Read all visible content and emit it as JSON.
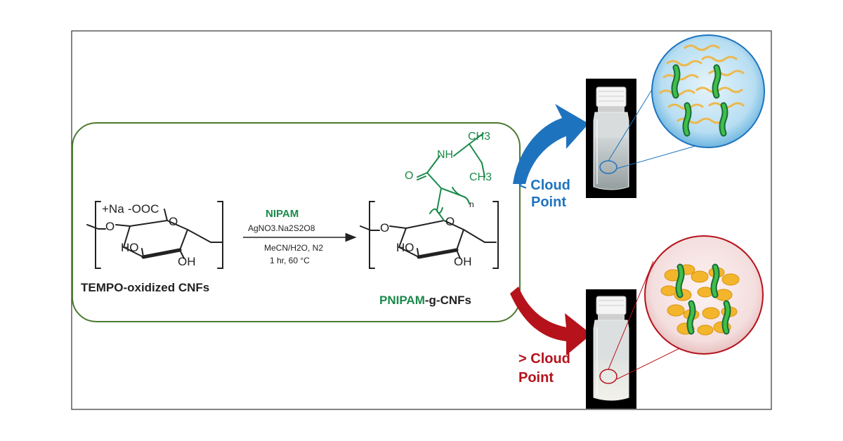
{
  "colors": {
    "green": "#1a8a4a",
    "frame_green": "#4b7a2e",
    "blue": "#1e73be",
    "red": "#b5121b",
    "text": "#222222"
  },
  "reactant": {
    "label": "TEMPO-oxidized CNFs",
    "cation": "+Na",
    "carboxylate": "-OOC",
    "ring_o": "O",
    "link_o": "O",
    "ho": "HO",
    "oh": "OH"
  },
  "reaction": {
    "reagent": "NIPAM",
    "conditions": [
      "AgNO3.Na2S2O8",
      "MeCN/H2O, N2",
      "1 hr, 60 °C"
    ]
  },
  "product": {
    "label_green": "PNIPAM",
    "label_rest": "-g-CNFs",
    "ch3_top": "CH3",
    "ch3_bottom": "CH3",
    "nh": "NH",
    "carbonyl_o": "O",
    "n": "n",
    "ring_o": "O",
    "link_o": "O",
    "ho": "HO",
    "oh": "OH"
  },
  "states": {
    "below": {
      "sign": "<",
      "line1": "Cloud",
      "line2": "Point"
    },
    "above": {
      "sign": ">",
      "line1": "Cloud",
      "line2": "Point"
    }
  }
}
